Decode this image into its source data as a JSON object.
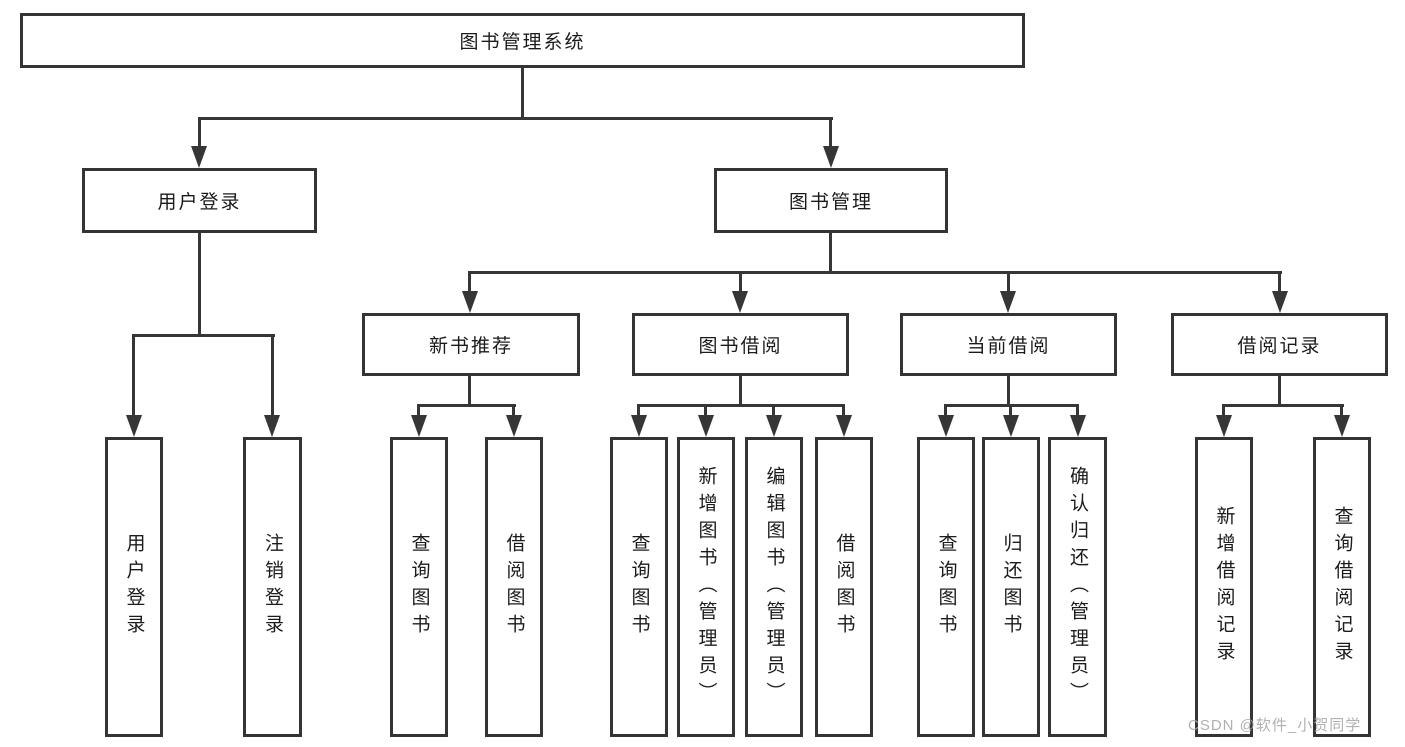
{
  "tree": {
    "label": "图书管理系统",
    "children": [
      {
        "label": "用户登录",
        "children": [
          {
            "label": "用户登录"
          },
          {
            "label": "注销登录"
          }
        ]
      },
      {
        "label": "图书管理",
        "children": [
          {
            "label": "新书推荐",
            "children": [
              {
                "label": "查询图书"
              },
              {
                "label": "借阅图书"
              }
            ]
          },
          {
            "label": "图书借阅",
            "children": [
              {
                "label": "查询图书"
              },
              {
                "label": "新增图书（管理员）"
              },
              {
                "label": "编辑图书（管理员）"
              },
              {
                "label": "借阅图书"
              }
            ]
          },
          {
            "label": "当前借阅",
            "children": [
              {
                "label": "查询图书"
              },
              {
                "label": "归还图书"
              },
              {
                "label": "确认归还（管理员）"
              }
            ]
          },
          {
            "label": "借阅记录",
            "children": [
              {
                "label": "新增借阅记录"
              },
              {
                "label": "查询借阅记录"
              }
            ]
          }
        ]
      }
    ]
  },
  "watermark": "CSDN @软件_小贺同学",
  "colors": {
    "line": "#363636",
    "text": "#1b1b1b",
    "background": "#ffffff",
    "watermark": "#a8a8a8"
  }
}
